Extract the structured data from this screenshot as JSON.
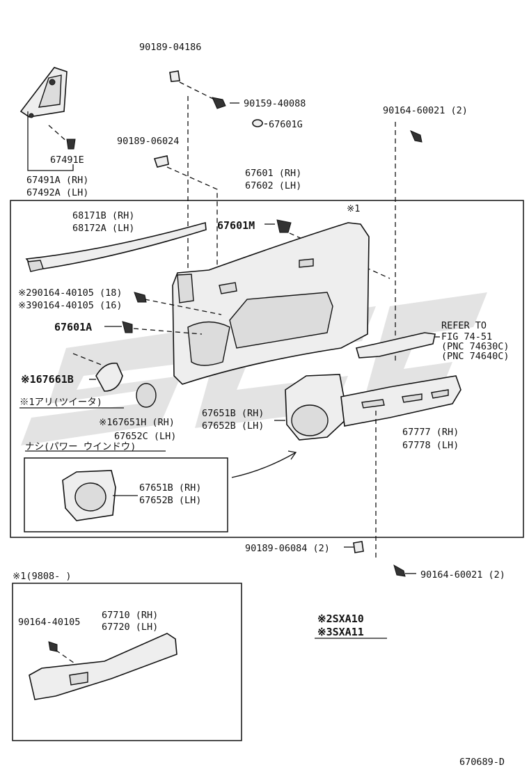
{
  "labels": {
    "p90189_04186": "90189-04186",
    "p90159_40088": "90159-40088",
    "p67601G": "67601G",
    "p90164_60021_top": "90164-60021 (2)",
    "p90189_06024": "90189-06024",
    "p67491E": "67491E",
    "p67491A": "67491A (RH)",
    "p67492A": "67492A (LH)",
    "p67601": "67601 (RH)",
    "p67602": "67602 (LH)",
    "note1_top": "※1",
    "p68171B": "68171B (RH)",
    "p68172A": "68172A (LH)",
    "p67601M": "67601M",
    "p2_90164_40105": "※290164-40105 (18)",
    "p3_90164_40105": "※390164-40105 (16)",
    "p67601A": "67601A",
    "refer1": "REFER TO",
    "refer2": "FIG 74-51",
    "refer3": "(PNC 74630C)",
    "refer4": "(PNC 74640C)",
    "p167661B": "※167661B",
    "note_ari": "※1アリ(ツイータ)",
    "p167651H": "※167651H (RH)",
    "p67652C": "67652C (LH)",
    "p67651B_a": "67651B (RH)",
    "p67652B_a": "67652B (LH)",
    "p67777": "67777 (RH)",
    "p67778": "67778 (LH)",
    "note_nashi": "ナシ(パワー ウインドウ)",
    "p67651B_b": "67651B (RH)",
    "p67652B_b": "67652B (LH)",
    "p90189_06084": "90189-06084 (2)",
    "p90164_60021_bot": "90164-60021 (2)",
    "inset_title": "※1(9808-        )",
    "p90164_40105_inset": "90164-40105",
    "p67710": "67710 (RH)",
    "p67720": "67720 (LH)",
    "legend2": "※2SXA10",
    "legend3": "※3SXA11",
    "drawing_no": "670689-D"
  }
}
